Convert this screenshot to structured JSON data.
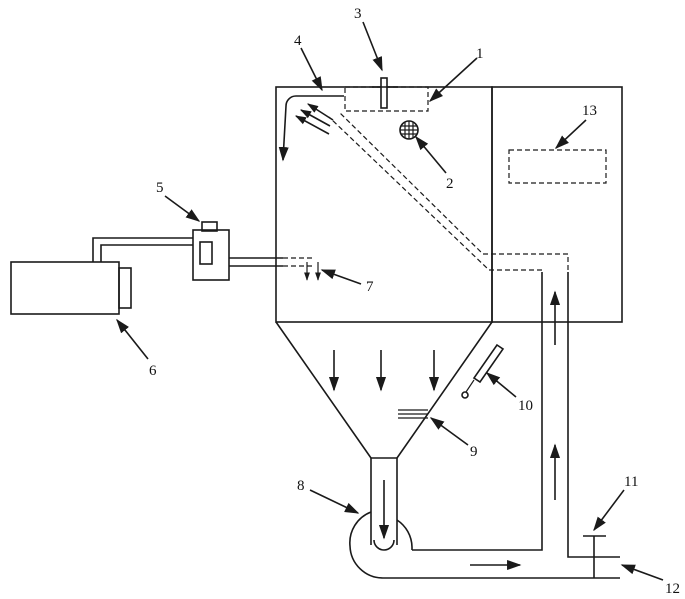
{
  "labels": {
    "l1": "1",
    "l2": "2",
    "l3": "3",
    "l4": "4",
    "l5": "5",
    "l6": "6",
    "l7": "7",
    "l8": "8",
    "l9": "9",
    "l10": "10",
    "l11": "11",
    "l12": "12",
    "l13": "13"
  },
  "colors": {
    "stroke": "#1a1a1a",
    "background": "#ffffff"
  }
}
